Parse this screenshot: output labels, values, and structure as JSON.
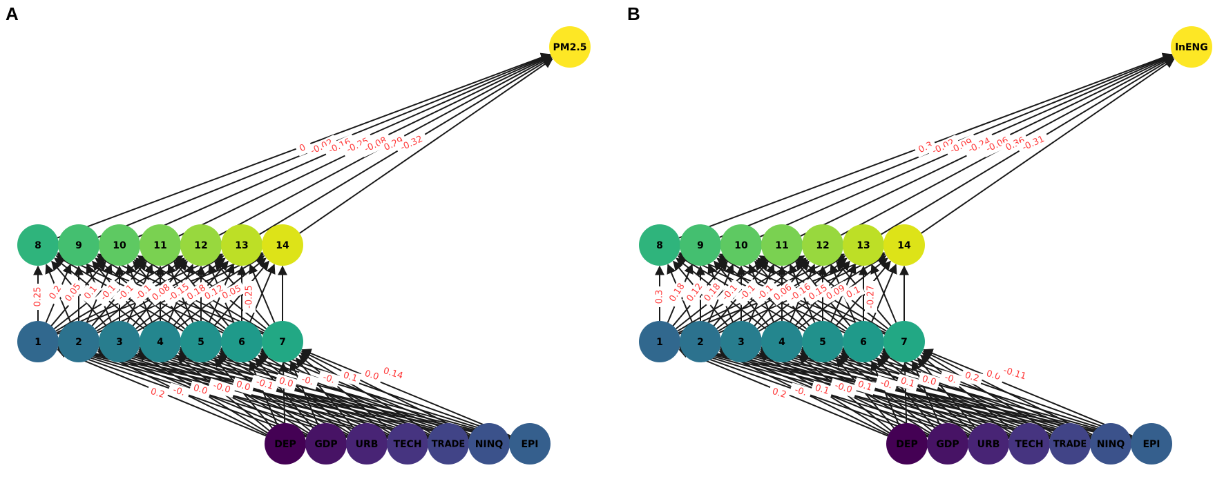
{
  "panels": [
    {
      "id": "A",
      "label": "A",
      "output_node": "PM2.5",
      "input_nodes": [
        "DEP",
        "GDP",
        "URB",
        "TECH",
        "TRADE",
        "NINQ",
        "EPI"
      ],
      "hidden1_nodes": [
        "1",
        "2",
        "3",
        "4",
        "5",
        "6",
        "7"
      ],
      "hidden2_nodes": [
        "8",
        "9",
        "10",
        "11",
        "12",
        "13",
        "14"
      ],
      "input_hidden1_labels": [
        "0.2",
        "-0.",
        "0.0",
        "-0.0",
        "0.0",
        "-0.1",
        "0.0",
        "-0.",
        "-0.",
        "0.1",
        "0.0",
        "0.14"
      ],
      "hidden1_hidden2_labels": [
        "0.25",
        "0.2",
        "0.05",
        "0.1",
        "-0.1",
        "-0.1",
        "-0.1",
        "0.08",
        "-0.15",
        "0.18",
        "0.12",
        "0.05",
        "-0.25"
      ],
      "hidden2_output_labels": [
        "0.",
        "-0.02",
        "-0.16",
        "-0.25",
        "-0.08",
        "0.29",
        "-0.32"
      ]
    },
    {
      "id": "B",
      "label": "B",
      "output_node": "lnENG",
      "input_nodes": [
        "DEP",
        "GDP",
        "URB",
        "TECH",
        "TRADE",
        "NINQ",
        "EPI"
      ],
      "hidden1_nodes": [
        "1",
        "2",
        "3",
        "4",
        "5",
        "6",
        "7"
      ],
      "hidden2_nodes": [
        "8",
        "9",
        "10",
        "11",
        "12",
        "13",
        "14"
      ],
      "input_hidden1_labels": [
        "0.2",
        "-0.",
        "0.1",
        "-0.0",
        "0.1",
        "-0.",
        "0.1",
        "0.0",
        "-0.",
        "0.2",
        "0.0",
        "-0.11"
      ],
      "hidden1_hidden2_labels": [
        "0.3",
        "0.18",
        "0.12",
        "0.18",
        "-0.1",
        "-0.1",
        "-0.1",
        "0.06",
        "-0.16",
        "0.15",
        "0.09",
        "0.1",
        "-0.27"
      ],
      "hidden2_output_labels": [
        "0.3",
        "-0.02",
        "-0.09",
        "-0.24",
        "-0.06",
        "0.36",
        "-0.31"
      ]
    }
  ],
  "colors": {
    "input": [
      "#440154",
      "#471365",
      "#482475",
      "#463480",
      "#414487",
      "#3b528b",
      "#355f8d"
    ],
    "hidden1": [
      "#31688e",
      "#2c728e",
      "#287d8e",
      "#24868e",
      "#21918c",
      "#1f9a8a",
      "#22a884"
    ],
    "hidden2": [
      "#2fb47c",
      "#44bf70",
      "#5ec962",
      "#7ad151",
      "#98d83e",
      "#bddf26",
      "#dde318"
    ],
    "output": "#fde725",
    "edge": "#1a1a1a",
    "edge_label": "#ff3b3b"
  }
}
